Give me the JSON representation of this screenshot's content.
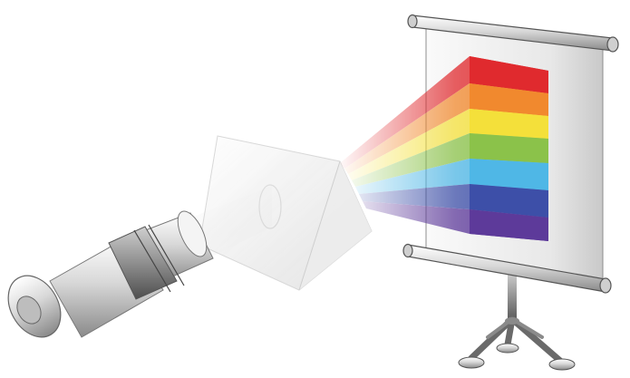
{
  "scene": {
    "background": "#ffffff",
    "objects": [
      "light-source-tube",
      "prism",
      "projection-screen",
      "tripod-stand",
      "light-spectrum"
    ]
  },
  "spectrum": {
    "bands": [
      {
        "name": "red",
        "color": "#e02a2e"
      },
      {
        "name": "orange",
        "color": "#f1892e"
      },
      {
        "name": "yellow",
        "color": "#f4e03a"
      },
      {
        "name": "green",
        "color": "#8bc24a"
      },
      {
        "name": "cyan",
        "color": "#4fb7e6"
      },
      {
        "name": "blue",
        "color": "#3d4fa8"
      },
      {
        "name": "violet",
        "color": "#5d3a9a"
      }
    ]
  },
  "colors": {
    "metal_light": "#f2f2f2",
    "metal_mid": "#bdbdbd",
    "metal_dark": "#6e6e6e",
    "screen": "#e9e9e9",
    "outline": "#555555"
  }
}
